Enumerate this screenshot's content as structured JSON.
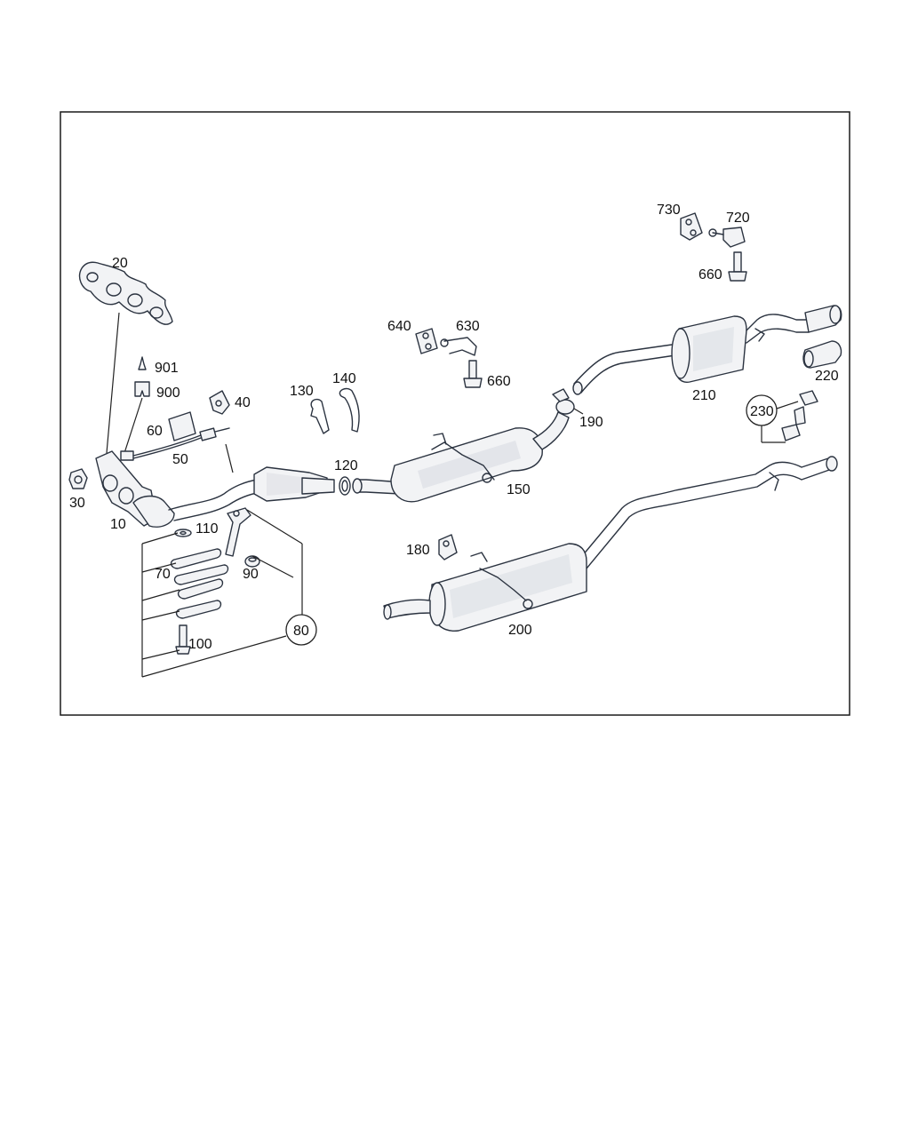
{
  "diagram": {
    "type": "exploded-parts-diagram",
    "part_numbers": {
      "p10": "10",
      "p20": "20",
      "p30": "30",
      "p40": "40",
      "p50": "50",
      "p60": "60",
      "p70": "70",
      "p80": "80",
      "p90": "90",
      "p100": "100",
      "p110": "110",
      "p120": "120",
      "p130": "130",
      "p140": "140",
      "p150": "150",
      "p180": "180",
      "p190": "190",
      "p200": "200",
      "p210": "210",
      "p220": "220",
      "p230": "230",
      "p630": "630",
      "p640": "640",
      "p660a": "660",
      "p660b": "660",
      "p720": "720",
      "p730": "730",
      "p900": "900",
      "p901": "901"
    },
    "circled_refs": [
      "80",
      "230"
    ],
    "icons": [
      "exhaust-manifold-gasket",
      "catalytic-converter",
      "muffler",
      "rubber-hanger",
      "clamp",
      "bolt",
      "oxygen-sensor"
    ]
  }
}
